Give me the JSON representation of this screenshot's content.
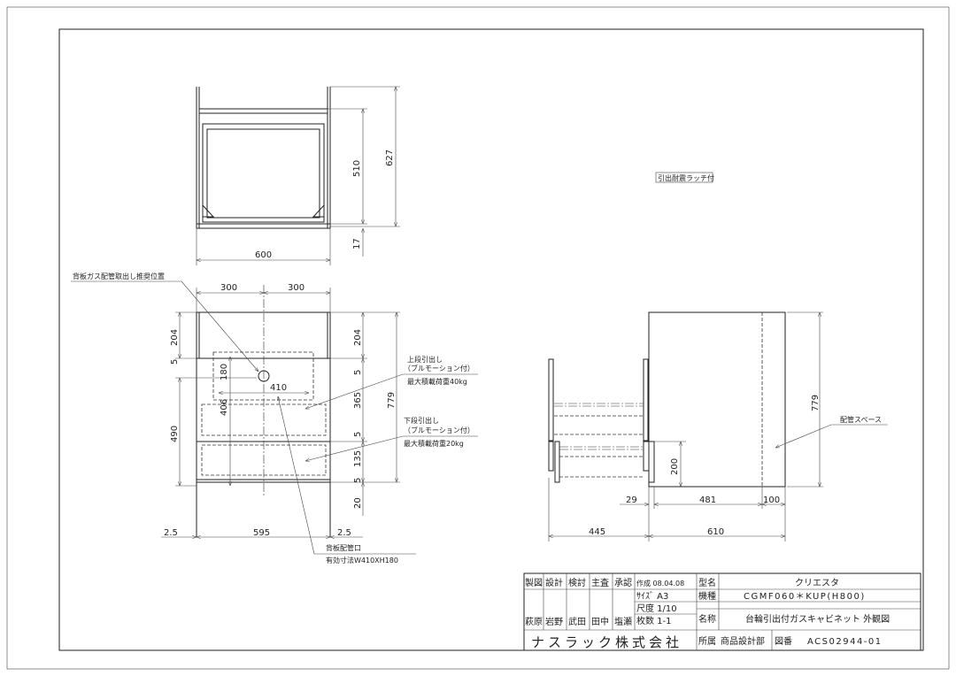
{
  "drawing": {
    "note_latch": "引出耐震ラッチ付",
    "top_view": {
      "dim_width": "600",
      "dim_depth_inner": "510",
      "dim_depth_total": "627",
      "dim_front": "17"
    },
    "front_view": {
      "dim_half_left": "300",
      "dim_half_right": "300",
      "dim_top_left": "204",
      "dim_gap_left": "5",
      "dim_drawers_left": "490",
      "dim_top_right": "204",
      "dim_r5a": "5",
      "dim_upper": "365",
      "dim_r5b": "5",
      "dim_lower": "135",
      "dim_r5c": "5",
      "dim_leg": "20",
      "dim_total_height": "779",
      "dim_opening_h": "180",
      "dim_opening_w": "410",
      "dim_opening_y": "406",
      "dim_side_left": "2.5",
      "dim_inner_width": "595",
      "dim_side_right": "2.5",
      "label_gas_position": "背板ガス配管取出し推奨位置",
      "label_upper_drawer_1": "上段引出し",
      "label_upper_drawer_2": "（ブルモーション付）",
      "label_upper_drawer_3": "最大積載荷重40kg",
      "label_lower_drawer_1": "下段引出し",
      "label_lower_drawer_2": "（ブルモーション付）",
      "label_lower_drawer_3": "最大積載荷重20kg",
      "label_back_port_1": "背板配管口",
      "label_back_port_2": "有効寸法W410XH180"
    },
    "side_view": {
      "dim_height": "779",
      "dim_drawer": "200",
      "dim_29": "29",
      "dim_481": "481",
      "dim_100": "100",
      "dim_pull": "445",
      "dim_depth": "610",
      "label_pipe_space": "配管スペース"
    }
  },
  "title_block": {
    "roles": [
      "製図",
      "設計",
      "検討",
      "主査",
      "承認"
    ],
    "names": [
      "萩原",
      "岩野",
      "武田",
      "田中",
      "塩瀬"
    ],
    "created": "作成 08.04.08",
    "size": "ｻｲｽﾞ  A3",
    "scale": "尺度 1/10",
    "sheets": "枚数  1-1",
    "model_name_label": "型名",
    "model_name": "クリエスタ",
    "model_no_label": "機種",
    "model_no": "CGMF060＊KUP(H800)",
    "title_label": "名称",
    "title": "台輪引出付ガスキャビネット  外観図",
    "company": "ナスラック株式会社",
    "dept_label": "所属",
    "dept": "商品設計部",
    "drawing_no_label": "図番",
    "drawing_no": "ACS02944-01"
  }
}
